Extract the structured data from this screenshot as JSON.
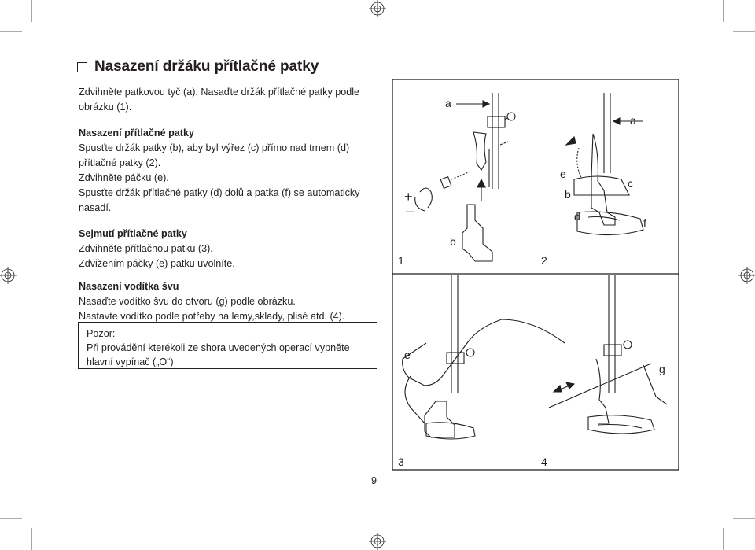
{
  "title": "Nasazení držáku přítlačné patky",
  "intro": "Zdvihněte patkovou tyč (a). Nasaďte držák přítlačné patky podle obrázku (1).",
  "section1": {
    "heading": "Nasazení přítlačné patky",
    "lines": [
      "Spusťte držák patky (b), aby byl výřez (c) přímo nad trnem (d) přítlačné patky (2).",
      "Zdvihněte páčku (e).",
      "Spusťte držák přítlačné patky (d) dolů a patka (f) se automaticky nasadí."
    ]
  },
  "section2": {
    "heading": "Sejmutí přítlačné patky",
    "lines": [
      "Zdvihněte přítlačnou patku (3).",
      "Zdvižením páčky (e) patku uvolníte."
    ]
  },
  "section3": {
    "heading": "Nasazení vodítka švu",
    "lines": [
      "Nasaďte vodítko švu do otvoru (g) podle obrázku.",
      "Nastavte vodítko podle potřeby na lemy,sklady, plisé atd. (4)."
    ]
  },
  "note": {
    "heading": "Pozor:",
    "text": "Při provádění kterékoli ze shora uvedených operací vypněte hlavní vypínač („O“)"
  },
  "figure": {
    "panel_numbers": [
      "1",
      "2",
      "3",
      "4"
    ],
    "labels": {
      "a1": "a",
      "a2": "a",
      "b1": "b",
      "b2": "b",
      "c": "c",
      "d": "d",
      "e1": "e",
      "e2": "e",
      "f": "f",
      "g": "g",
      "plus": "+",
      "minus": "–"
    }
  },
  "page_number": "9"
}
